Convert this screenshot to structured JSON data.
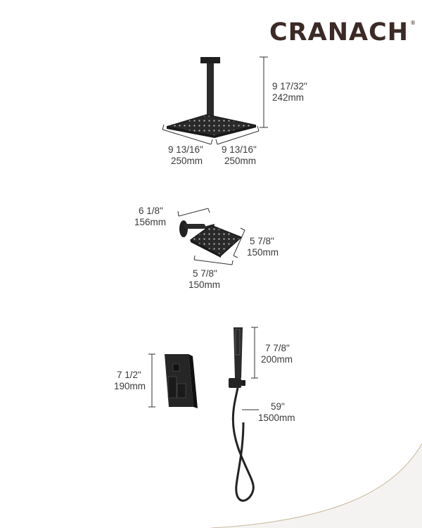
{
  "brand": {
    "name": "CRANACH",
    "mark": "®"
  },
  "rain_shower_head": {
    "height": {
      "inch": "9 17/32\"",
      "mm": "242mm"
    },
    "depth": {
      "inch": "9 13/16\"",
      "mm": "250mm"
    },
    "width": {
      "inch": "9 13/16\"",
      "mm": "250mm"
    }
  },
  "wall_shower_head": {
    "arm_length": {
      "inch": "6 1/8\"",
      "mm": "156mm"
    },
    "side": {
      "inch": "5 7/8\"",
      "mm": "150mm"
    },
    "bottom": {
      "inch": "5 7/8\"",
      "mm": "150mm"
    }
  },
  "mixer_valve": {
    "height": {
      "inch": "7 1/2\"",
      "mm": "190mm"
    }
  },
  "hand_shower": {
    "handle_length": {
      "inch": "7 7/8\"",
      "mm": "200mm"
    },
    "hose_length": {
      "inch": "59\"",
      "mm": "1500mm"
    }
  }
}
